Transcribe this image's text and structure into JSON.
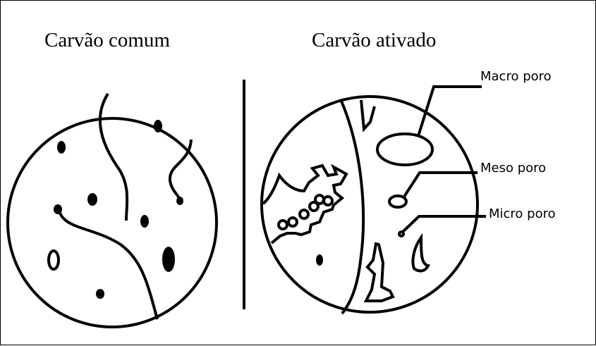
{
  "titles": {
    "left": "Carvão comum",
    "right": "Carvão ativado"
  },
  "labels": {
    "macro": "Macro poro",
    "meso": "Meso poro",
    "micro": "Micro poro"
  }
}
